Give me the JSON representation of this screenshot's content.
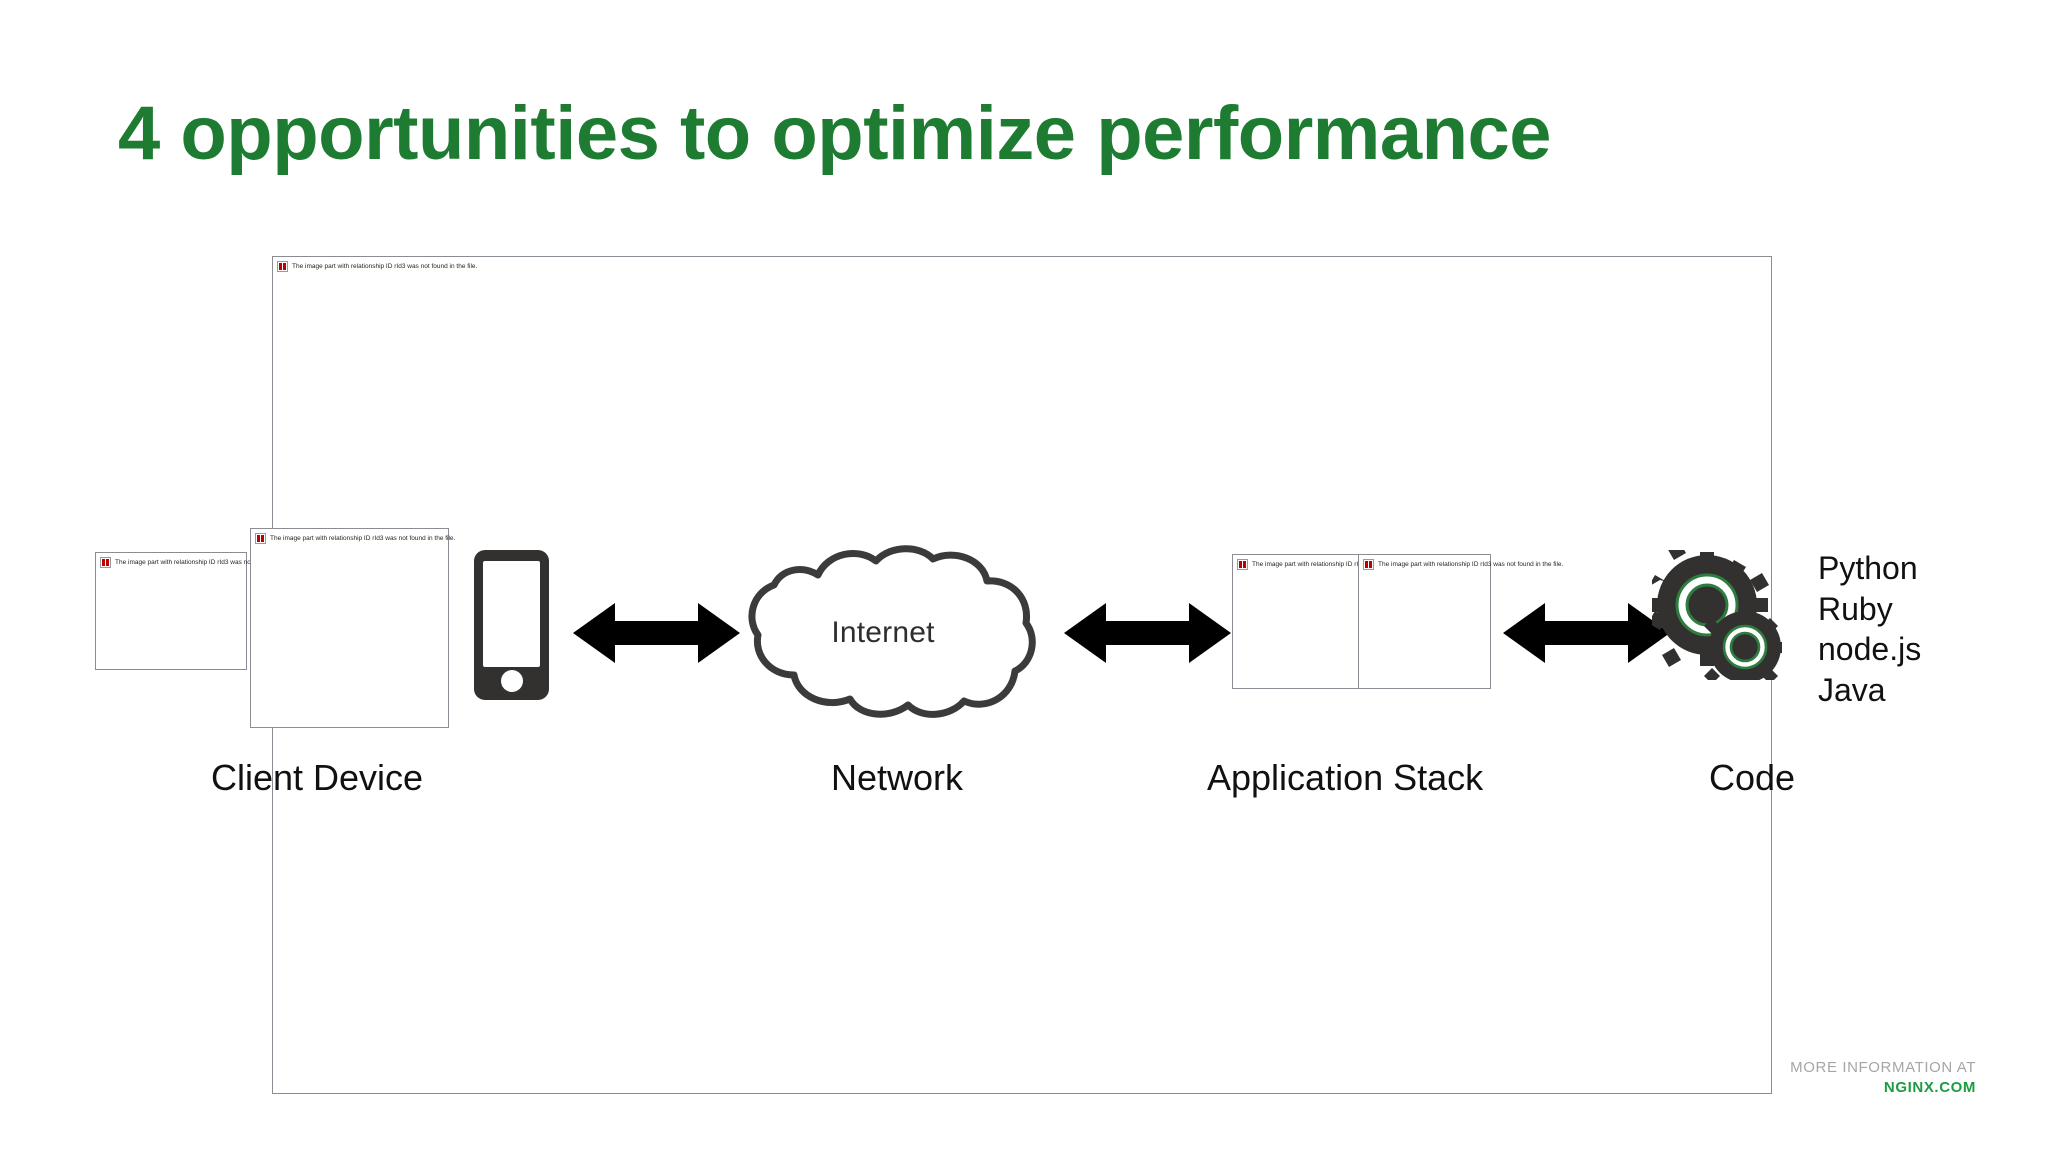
{
  "slide": {
    "title": "4 opportunities to optimize performance",
    "title_color": "#1d7c31"
  },
  "placeholder": {
    "message": "The image part with relationship ID rId3 was not found in the file.",
    "icon": "broken-image-icon"
  },
  "diagram": {
    "stages": [
      {
        "key": "client",
        "label": "Client Device",
        "icon": "smartphone-icon"
      },
      {
        "key": "network",
        "label": "Network",
        "icon": "cloud-icon",
        "inner_label": "Internet"
      },
      {
        "key": "app",
        "label": "Application Stack",
        "icon": "server-icon"
      },
      {
        "key": "code",
        "label": "Code",
        "icon": "gears-icon"
      }
    ],
    "connectors": [
      {
        "from": "client",
        "to": "network",
        "icon": "double-arrow-icon"
      },
      {
        "from": "network",
        "to": "app",
        "icon": "double-arrow-icon"
      },
      {
        "from": "app",
        "to": "code",
        "icon": "double-arrow-icon"
      }
    ],
    "cloud_label": "Internet",
    "languages": [
      "Python",
      "Ruby",
      "node.js",
      "Java"
    ],
    "colors": {
      "device": "#33312f",
      "arrow": "#000000",
      "cloud_stroke": "#3b3b3b",
      "gear_body": "#33312f",
      "gear_accent": "#2d7d3f"
    }
  },
  "footer": {
    "more_information": "MORE INFORMATION AT",
    "url": "NGINX.COM",
    "more_color": "#a6a6a6",
    "url_color": "#1d9c42"
  }
}
